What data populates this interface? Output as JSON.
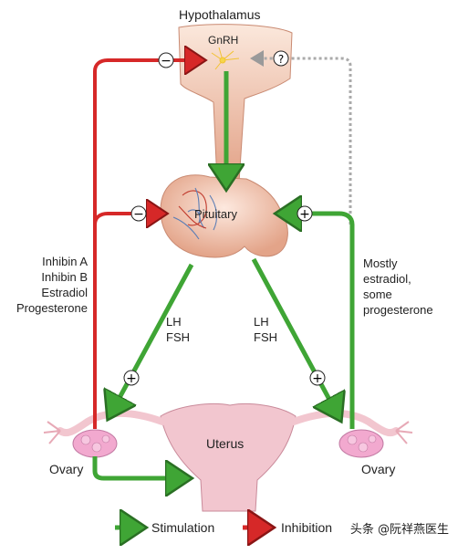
{
  "titles": {
    "hypothalamus": "Hypothalamus",
    "gnrh": "GnRH",
    "pituitary": "Pituitary",
    "uterus": "Uterus",
    "ovary_left": "Ovary",
    "ovary_right": "Ovary"
  },
  "left_feedback": [
    "Inhibin A",
    "Inhibin B",
    "Estradiol",
    "Progesterone"
  ],
  "right_feedback": [
    "Mostly",
    "estradiol,",
    "some",
    "progesterone"
  ],
  "hormones_left": [
    "LH",
    "FSH"
  ],
  "hormones_right": [
    "LH",
    "FSH"
  ],
  "signs": {
    "minus_top": "−",
    "minus_mid": "−",
    "plus_left": "+",
    "plus_right": "+",
    "plus_right_top": "+",
    "question": "?"
  },
  "legend": {
    "stimulation": "Stimulation",
    "inhibition": "Inhibition"
  },
  "watermark": "头条 @阮祥燕医生",
  "colors": {
    "stimulation": "#3fa535",
    "inhibition": "#d62828",
    "uncertain": "#aaaaaa",
    "tissue": "#e9b9a3",
    "ovary": "#f2a9cf"
  }
}
